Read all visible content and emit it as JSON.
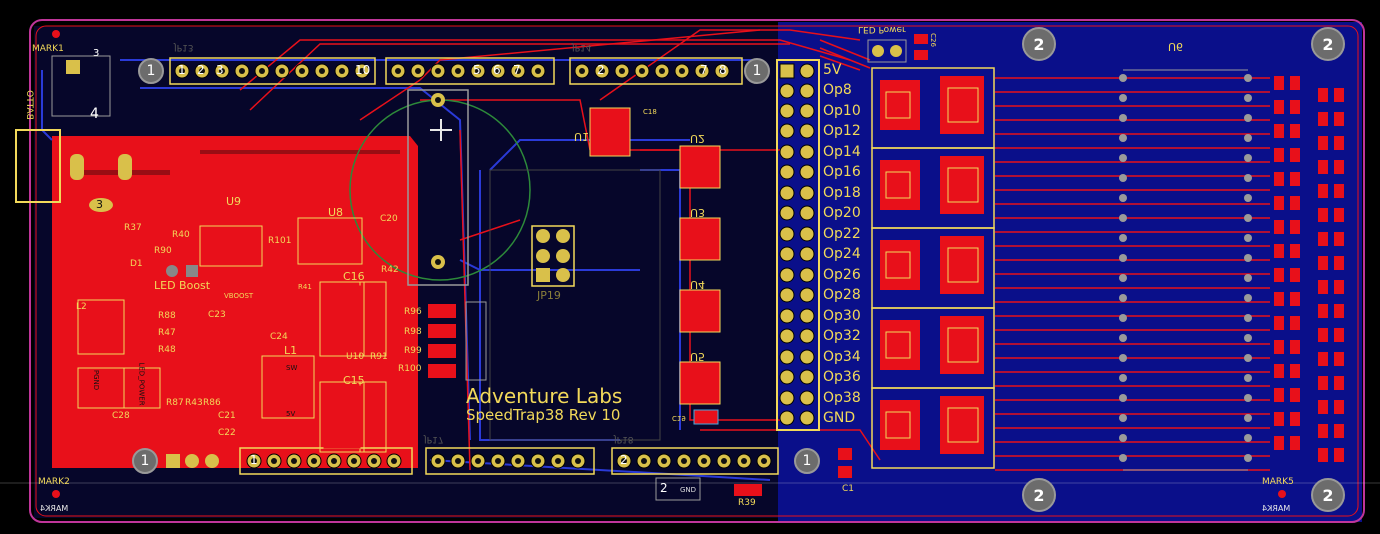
{
  "board": {
    "company": "Adventure Labs",
    "product": "SpeedTrap38 Rev 10"
  },
  "header_labels": {
    "op_labels": [
      "5V",
      "Op8",
      "Op10",
      "Op12",
      "Op14",
      "Op16",
      "Op18",
      "Op20",
      "Op22",
      "Op24",
      "Op26",
      "Op28",
      "Op30",
      "Op32",
      "Op34",
      "Op36",
      "Op38",
      "GND"
    ],
    "led_power": "LED Power",
    "led_boost": "LED Boost",
    "vboost": "VBOOST"
  },
  "refdes": {
    "u9": "U9",
    "u8": "U8",
    "u10": "U10",
    "u1": "U1",
    "u2": "U2",
    "u3": "U3",
    "u4": "U4",
    "u5": "U5",
    "u6": "U6",
    "c16": "C16",
    "c15": "C15",
    "c20": "C20",
    "c23": "C23",
    "c24": "C24",
    "c21": "C21",
    "c22": "C22",
    "c28": "C28",
    "c1": "C1",
    "c18": "C18",
    "c19": "C19",
    "c26": "C26",
    "r37": "R37",
    "r40": "R40",
    "r90": "R90",
    "r101": "R101",
    "r42": "R42",
    "r41": "R41",
    "r88": "R88",
    "r47": "R47",
    "r48": "R48",
    "r91": "R91",
    "r87": "R87",
    "r43": "R43",
    "r86": "R86",
    "r96": "R96",
    "r98": "R98",
    "r99": "R99",
    "r100": "R100",
    "r39": "R39",
    "d1": "D1",
    "l1": "L1",
    "l2": "L2",
    "jp19": "JP19",
    "jp13": "JP13",
    "jp14": "JP14",
    "jp17": "JP17",
    "jp18": "JP18",
    "mark1": "MARK1",
    "mark2": "MARK2",
    "mark5": "MARK5",
    "mark4": "MARK4",
    "bat": "BATTO",
    "sw": "SW",
    "pgnd": "PGND",
    "v5": "5V",
    "gnd": "GND",
    "led_power_small": "LED_POWER",
    "vbooist": "VBOOST"
  },
  "pin_numbers": {
    "one": "1",
    "two": "2",
    "three": "3",
    "four": "4",
    "five": "5",
    "six": "6",
    "seven": "7",
    "eight": "8",
    "ten": "10"
  },
  "colors": {
    "background": "#000000",
    "copper_top": "#e8101a",
    "copper_bottom": "#0a0f8a",
    "silkscreen": "#f2d95a",
    "pad": "#d9c04a",
    "board_outline": "#c0359a"
  }
}
